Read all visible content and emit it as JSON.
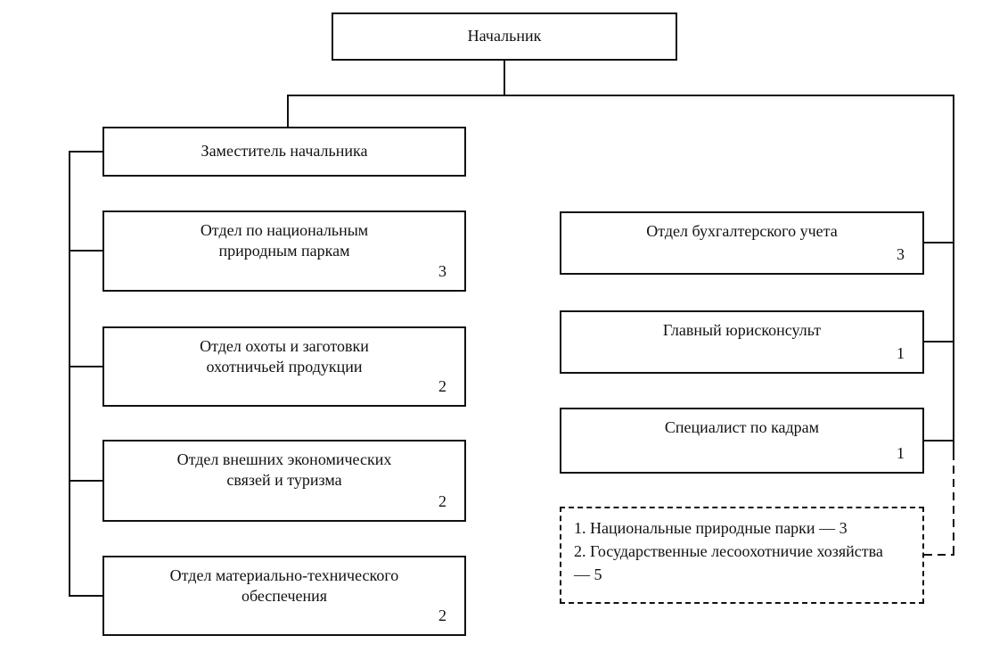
{
  "org_chart": {
    "root": {
      "label": "Начальник"
    },
    "deputy": {
      "label": "Заместитель начальника"
    },
    "left_units": [
      {
        "line1": "Отдел по национальным",
        "line2": "природным паркам",
        "count": "3"
      },
      {
        "line1": "Отдел охоты и заготовки",
        "line2": "охотничьей продукции",
        "count": "2"
      },
      {
        "line1": "Отдел внешних экономических",
        "line2": "связей и туризма",
        "count": "2"
      },
      {
        "line1": "Отдел материально-технического",
        "line2": "обеспечения",
        "count": "2"
      }
    ],
    "right_units": [
      {
        "label": "Отдел бухгалтерского учета",
        "count": "3"
      },
      {
        "label": "Главный юрисконсульт",
        "count": "1"
      },
      {
        "label": "Специалист по кадрам",
        "count": "1"
      }
    ],
    "legend_items": [
      "1. Национальные природные парки — 3",
      "2. Государственные лесоохотничие хозяйства — 5"
    ],
    "line_color": "#111111"
  }
}
